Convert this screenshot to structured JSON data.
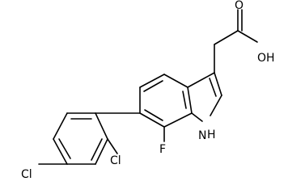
{
  "molecule": {
    "atoms": {
      "oxygen_carbonyl": "O",
      "hydroxyl": "OH",
      "indole_nh": "H",
      "indole_n": "N",
      "fluorine": "F",
      "chlorine_ortho": "Cl",
      "chlorine_para": "Cl"
    },
    "colors": {
      "bond": "#000000",
      "label": "#000000",
      "background": "#ffffff"
    }
  }
}
